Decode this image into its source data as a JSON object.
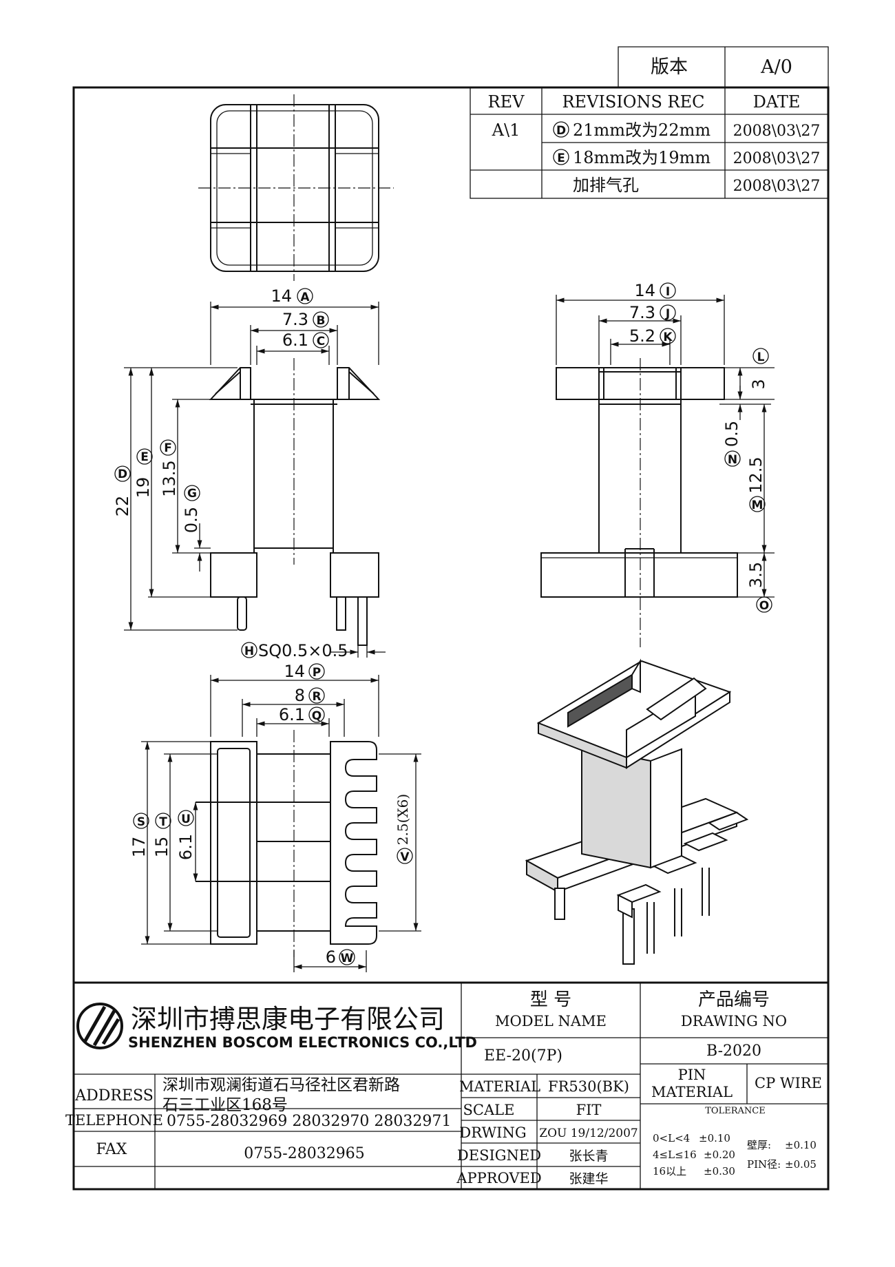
{
  "version_box": {
    "label": "版本",
    "value": "A/0"
  },
  "revisions": {
    "headers": [
      "REV",
      "REVISIONS REC",
      "DATE"
    ],
    "rev_id": "A\\1",
    "rows": [
      {
        "marker": "D",
        "text": "21mm改为22mm",
        "date": "2008\\03\\27"
      },
      {
        "marker": "E",
        "text": "18mm改为19mm",
        "date": "2008\\03\\27"
      },
      {
        "marker": "",
        "text": "加排气孔",
        "date": "2008\\03\\27"
      }
    ]
  },
  "dimensions": {
    "front": {
      "A": "14",
      "B": "7.3",
      "C": "6.1",
      "D": "22",
      "E": "19",
      "F": "13.5",
      "G": "0.5",
      "H": "SQ0.5×0.5"
    },
    "side": {
      "I": "14",
      "J": "7.3",
      "K": "5.2",
      "L": "3",
      "N": "0.5",
      "M": "12.5",
      "O": "3.5"
    },
    "bottom": {
      "P": "14",
      "R": "8",
      "Q": "6.1",
      "S": "17",
      "T": "15",
      "U": "6.1",
      "V": "2.5(X6)",
      "W": "6"
    }
  },
  "title_block": {
    "company_cn": "深圳市搏思康电子有限公司",
    "company_en": "SHENZHEN BOSCOM ELECTRONICS CO.,LTD",
    "model_label_cn": "型 号",
    "model_label_en": "MODEL NAME",
    "model_value": "EE-20(7P)",
    "drawing_label_cn": "产品编号",
    "drawing_label_en": "DRAWING NO",
    "drawing_value": "B-2020",
    "address_label": "ADDRESS",
    "address_line1": "深圳市观澜街道石马径社区君新路",
    "address_line2": "石三工业区168号",
    "telephone_label": "TELEPHONE",
    "telephone_value": "0755-28032969 28032970 28032971",
    "fax_label": "FAX",
    "fax_value": "0755-28032965",
    "material_label": "MATERIAL",
    "material_value": "FR530(BK)",
    "scale_label": "SCALE",
    "scale_value": "FIT",
    "drawing_by_label": "DRWING",
    "drawing_by_value": "ZOU 19/12/2007",
    "designed_label": "DESIGNED",
    "designed_value": "张长青",
    "approved_label": "APPROVED",
    "approved_value": "张建华",
    "pin_material_label1": "PIN",
    "pin_material_label2": "MATERIAL",
    "pin_material_value": "CP WIRE",
    "tolerance_label": "TOLERANCE",
    "tol_rows": [
      {
        "range": "0<L<4",
        "value": "±0.10"
      },
      {
        "range": "4≤L≤16",
        "value": "±0.20"
      },
      {
        "range": "16以上",
        "value": "±0.30"
      }
    ],
    "wall_label": "壁厚:",
    "wall_value": "±0.10",
    "pin_dia_label": "PIN径:",
    "pin_dia_value": "±0.05"
  }
}
